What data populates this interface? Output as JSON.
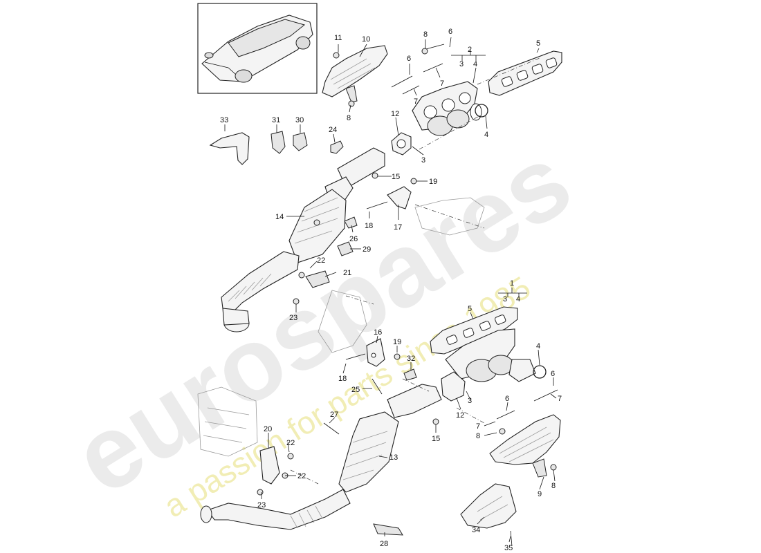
{
  "watermark": {
    "brand": "eurospares",
    "tagline": "a passion for parts since 1985"
  },
  "callouts": [
    {
      "id": "c11a",
      "text": "11"
    },
    {
      "id": "c10a",
      "text": "10"
    },
    {
      "id": "c8a",
      "text": "8"
    },
    {
      "id": "c6a",
      "text": "6"
    },
    {
      "id": "c2",
      "text": "2"
    },
    {
      "id": "c3a",
      "text": "3"
    },
    {
      "id": "c4a",
      "text": "4"
    },
    {
      "id": "c5a",
      "text": "5"
    },
    {
      "id": "c6b",
      "text": "6"
    },
    {
      "id": "c7a",
      "text": "7"
    },
    {
      "id": "c7b",
      "text": "7"
    },
    {
      "id": "c8b",
      "text": "8"
    },
    {
      "id": "c4b",
      "text": "4"
    },
    {
      "id": "c33",
      "text": "33"
    },
    {
      "id": "c31",
      "text": "31"
    },
    {
      "id": "c30",
      "text": "30"
    },
    {
      "id": "c24",
      "text": "24"
    },
    {
      "id": "c12a",
      "text": "12"
    },
    {
      "id": "c3b",
      "text": "3"
    },
    {
      "id": "c15a",
      "text": "15"
    },
    {
      "id": "c19a",
      "text": "19"
    },
    {
      "id": "c14",
      "text": "14"
    },
    {
      "id": "c18a",
      "text": "18"
    },
    {
      "id": "c17",
      "text": "17"
    },
    {
      "id": "c26",
      "text": "26"
    },
    {
      "id": "c29",
      "text": "29"
    },
    {
      "id": "c22a",
      "text": "22"
    },
    {
      "id": "c21",
      "text": "21"
    },
    {
      "id": "c23a",
      "text": "23"
    },
    {
      "id": "c1",
      "text": "1"
    },
    {
      "id": "c3c",
      "text": "3"
    },
    {
      "id": "c4c",
      "text": "4"
    },
    {
      "id": "c5b",
      "text": "5"
    },
    {
      "id": "c16",
      "text": "16"
    },
    {
      "id": "c19b",
      "text": "19"
    },
    {
      "id": "c32",
      "text": "32"
    },
    {
      "id": "c18b",
      "text": "18"
    },
    {
      "id": "c4d",
      "text": "4"
    },
    {
      "id": "c6c",
      "text": "6"
    },
    {
      "id": "c25",
      "text": "25"
    },
    {
      "id": "c6d",
      "text": "6"
    },
    {
      "id": "c7c",
      "text": "7"
    },
    {
      "id": "c3d",
      "text": "3"
    },
    {
      "id": "c12b",
      "text": "12"
    },
    {
      "id": "c7d",
      "text": "7"
    },
    {
      "id": "c27",
      "text": "27"
    },
    {
      "id": "c15b",
      "text": "15"
    },
    {
      "id": "c8c",
      "text": "8"
    },
    {
      "id": "c20",
      "text": "20"
    },
    {
      "id": "c22b",
      "text": "22"
    },
    {
      "id": "c13",
      "text": "13"
    },
    {
      "id": "c22c",
      "text": "22"
    },
    {
      "id": "c9",
      "text": "9"
    },
    {
      "id": "c8d",
      "text": "8"
    },
    {
      "id": "c23b",
      "text": "23"
    },
    {
      "id": "c34",
      "text": "34"
    },
    {
      "id": "c28",
      "text": "28"
    },
    {
      "id": "c35",
      "text": "35"
    }
  ]
}
